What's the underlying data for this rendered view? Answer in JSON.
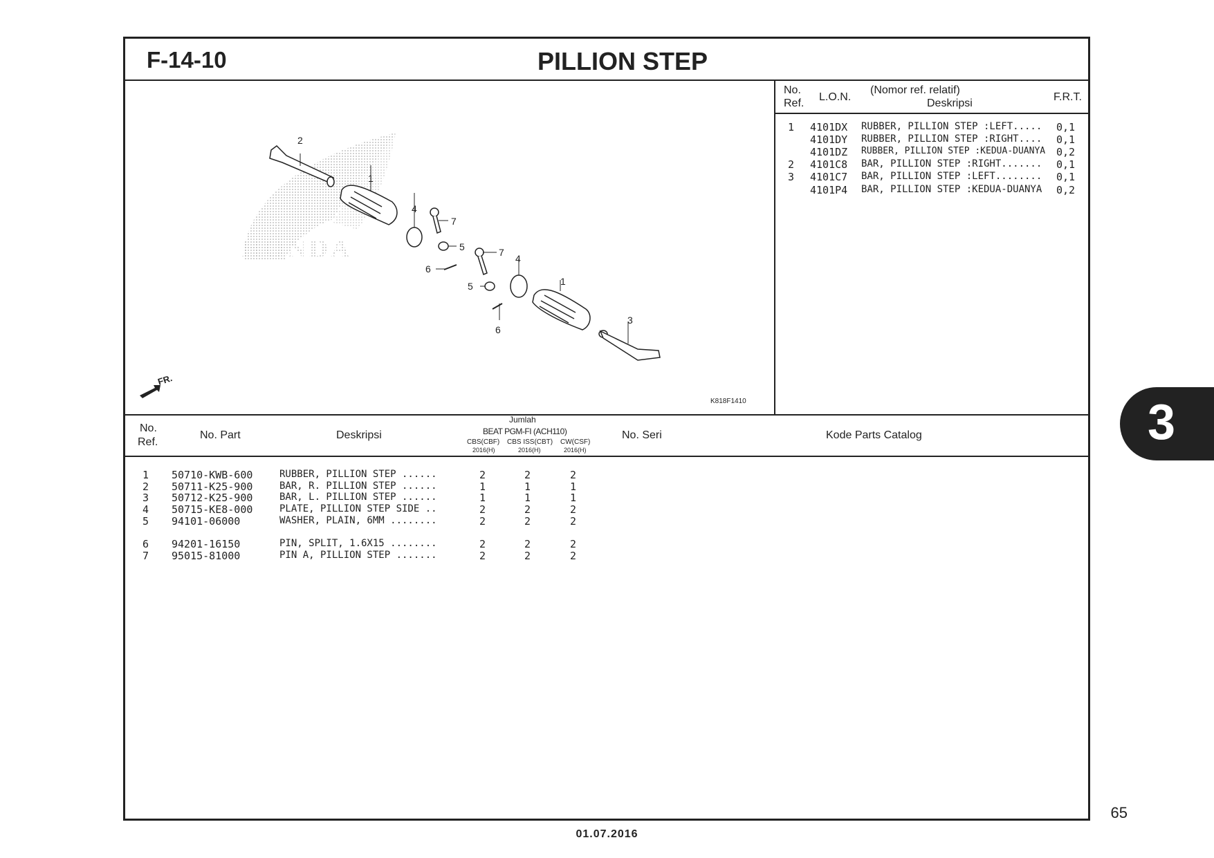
{
  "header": {
    "code": "F-14-10",
    "title": "PILLION STEP"
  },
  "frt_table": {
    "headers": {
      "no_ref_1": "No.",
      "no_ref_2": "Ref.",
      "lon": "L.O.N.",
      "desc_1": "(Nomor ref. relatif)",
      "desc_2": "Deskripsi",
      "frt": "F.R.T."
    },
    "rows": [
      {
        "ref": "1",
        "lon": "4101DX",
        "desc": "RUBBER, PILLION STEP :LEFT.....",
        "frt": "0,1"
      },
      {
        "ref": "",
        "lon": "4101DY",
        "desc": "RUBBER, PILLION STEP :RIGHT....",
        "frt": "0,1"
      },
      {
        "ref": "",
        "lon": "4101DZ",
        "desc": "RUBBER, PILLION STEP :KEDUA-DUANYA",
        "frt": "0,2"
      },
      {
        "ref": "2",
        "lon": "4101C8",
        "desc": "BAR, PILLION STEP :RIGHT.......",
        "frt": "0,1"
      },
      {
        "ref": "3",
        "lon": "4101C7",
        "desc": "BAR, PILLION STEP :LEFT........",
        "frt": "0,1"
      },
      {
        "ref": "",
        "lon": "4101P4",
        "desc": "BAR, PILLION STEP :KEDUA-DUANYA",
        "frt": "0,2"
      }
    ]
  },
  "diagram": {
    "callouts": [
      "2",
      "1",
      "4",
      "7",
      "5",
      "7",
      "4",
      "6",
      "5",
      "1",
      "3",
      "6"
    ],
    "fr_label": "FR.",
    "code": "K818F1410",
    "watermark": "HONDA"
  },
  "parts_table": {
    "headers": {
      "no_ref_1": "No.",
      "no_ref_2": "Ref.",
      "no_part": "No. Part",
      "desc": "Deskripsi",
      "jumlah": "Jumlah",
      "model": "BEAT PGM-FI (ACH110)",
      "variants": [
        "CBS(CBF)",
        "CBS ISS(CBT)",
        "CW(CSF)"
      ],
      "years": [
        "2016(H)",
        "2016(H)",
        "2016(H)"
      ],
      "no_seri": "No. Seri",
      "kode": "Kode Parts Catalog"
    },
    "rows": [
      {
        "ref": "1",
        "part": "50710-KWB-600",
        "desc": "RUBBER, PILLION STEP ......",
        "q": [
          "2",
          "2",
          "2"
        ]
      },
      {
        "ref": "2",
        "part": "50711-K25-900",
        "desc": "BAR, R. PILLION STEP ......",
        "q": [
          "1",
          "1",
          "1"
        ]
      },
      {
        "ref": "3",
        "part": "50712-K25-900",
        "desc": "BAR, L. PILLION STEP ......",
        "q": [
          "1",
          "1",
          "1"
        ]
      },
      {
        "ref": "4",
        "part": "50715-KE8-000",
        "desc": "PLATE, PILLION STEP SIDE ..",
        "q": [
          "2",
          "2",
          "2"
        ]
      },
      {
        "ref": "5",
        "part": "94101-06000",
        "desc": "WASHER, PLAIN, 6MM ........",
        "q": [
          "2",
          "2",
          "2"
        ]
      },
      {
        "ref": "6",
        "part": "94201-16150",
        "desc": "PIN, SPLIT, 1.6X15 ........",
        "q": [
          "2",
          "2",
          "2"
        ]
      },
      {
        "ref": "7",
        "part": "95015-81000",
        "desc": "PIN A, PILLION STEP .......",
        "q": [
          "2",
          "2",
          "2"
        ]
      }
    ]
  },
  "side_tab": "3",
  "page_number": "65",
  "date": "01.07.2016"
}
